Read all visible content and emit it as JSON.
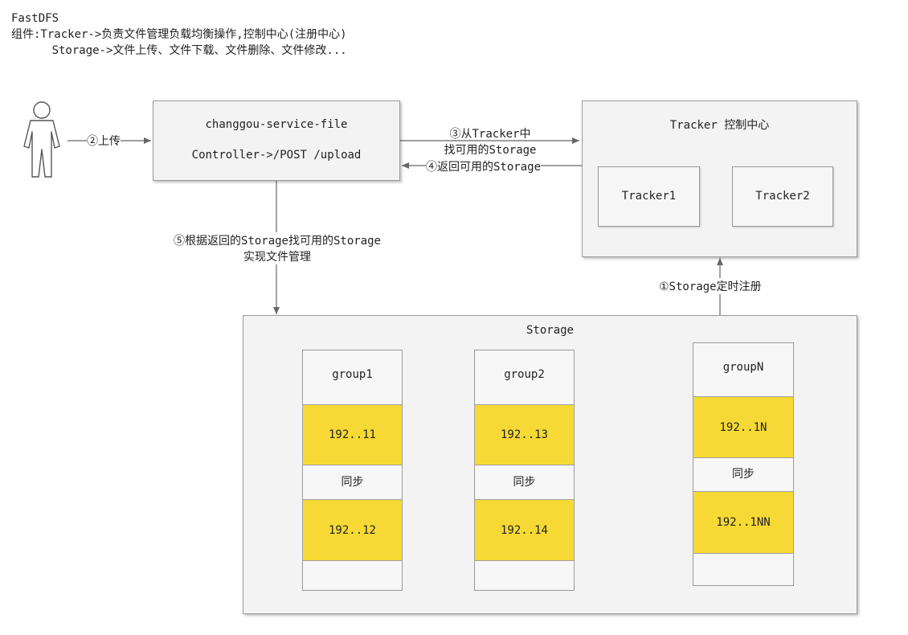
{
  "header": {
    "line1": "FastDFS",
    "line2": "组件:Tracker->负责文件管理负载均衡操作,控制中心(注册中心)",
    "line3": "      Storage->文件上传、文件下载、文件删除、文件修改..."
  },
  "service": {
    "title": "changgou-service-file",
    "endpoint": "Controller->/POST /upload"
  },
  "tracker": {
    "title": "Tracker  控制中心",
    "nodes": [
      "Tracker1",
      "Tracker2"
    ]
  },
  "storage": {
    "title": "Storage",
    "groups": [
      {
        "name": "group1",
        "ips": [
          "192..11",
          "192..12"
        ]
      },
      {
        "name": "group2",
        "ips": [
          "192..13",
          "192..14"
        ]
      },
      {
        "name": "groupN",
        "ips": [
          "192..1N",
          "192..1NN"
        ]
      }
    ],
    "sync_label": "同步"
  },
  "arrows": {
    "upload": "②上传",
    "find_line1": "③从Tracker中",
    "find_line2": "找可用的Storage",
    "return": "④返回可用的Storage",
    "store_line1": "⑤根据返回的Storage找可用的Storage",
    "store_line2": "实现文件管理",
    "register": "①Storage定时注册"
  },
  "colors": {
    "ip_fill": "#f7d935",
    "box_fill": "#f3f3f3",
    "border": "#9a9a9a",
    "arrow": "#666666"
  }
}
